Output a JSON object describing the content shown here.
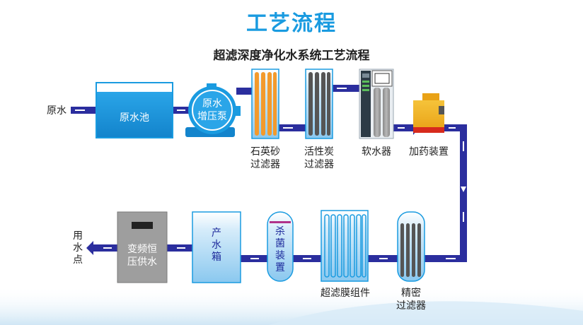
{
  "title": "工艺流程",
  "subtitle": "超滤深度净化水系统工艺流程",
  "nodes": {
    "raw_water": "原水",
    "raw_pool": "原水池",
    "pump_line1": "原水",
    "pump_line2": "增压泵",
    "quartz_line1": "石英砂",
    "quartz_line2": "过滤器",
    "carbon_line1": "活性炭",
    "carbon_line2": "过滤器",
    "softener": "软水器",
    "dosing": "加药装置",
    "precision_line1": "精密",
    "precision_line2": "过滤器",
    "uf_module": "超滤膜组件",
    "sterilizer": "杀菌装置",
    "product_tank": "产水箱",
    "vfd_line1": "变频恒",
    "vfd_line2": "压供水",
    "use_point": "用水点"
  },
  "colors": {
    "arrow": "#2b2e9e",
    "water_blue": "#1a9be0",
    "title_blue": "#1a9be0"
  }
}
